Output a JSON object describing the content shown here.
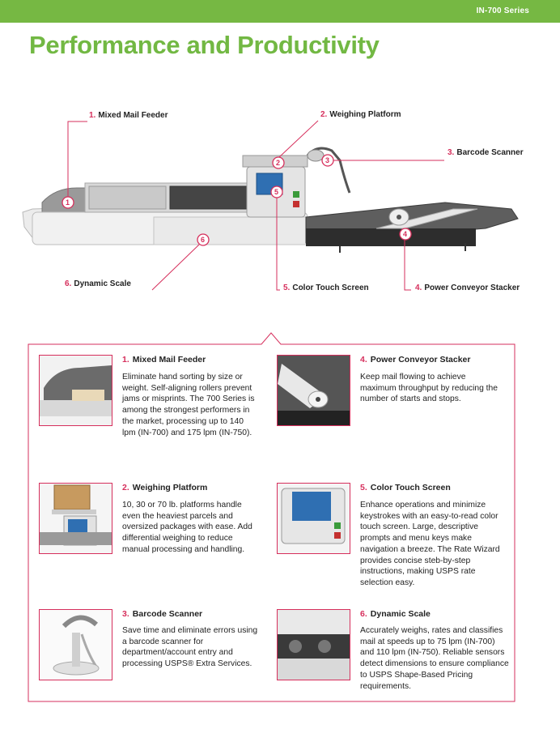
{
  "header": {
    "series": "IN-700 Series",
    "title": "Performance and Productivity"
  },
  "callouts": [
    {
      "num": "1.",
      "label": "Mixed Mail Feeder"
    },
    {
      "num": "2.",
      "label": "Weighing Platform"
    },
    {
      "num": "3.",
      "label": "Barcode Scanner"
    },
    {
      "num": "4.",
      "label": "Power Conveyor Stacker"
    },
    {
      "num": "5.",
      "label": "Color Touch Screen"
    },
    {
      "num": "6.",
      "label": "Dynamic Scale"
    }
  ],
  "markers": [
    "1",
    "2",
    "3",
    "4",
    "5",
    "6"
  ],
  "features": [
    {
      "num": "1.",
      "title": "Mixed Mail Feeder",
      "body": "Eliminate hand sorting by size or weight. Self-aligning rollers prevent jams or misprints. The 700 Series is among the strongest performers in the market, processing up to 140 lpm (IN-700) and 175 lpm (IN-750)."
    },
    {
      "num": "2.",
      "title": "Weighing Platform",
      "body": "10, 30 or 70 lb. platforms handle even the heaviest parcels and oversized packages with ease. Add differential weighing to reduce manual processing and handling."
    },
    {
      "num": "3.",
      "title": "Barcode Scanner",
      "body": "Save time and eliminate errors using a barcode scanner for department/account entry and processing USPS® Extra Services."
    },
    {
      "num": "4.",
      "title": "Power Conveyor Stacker",
      "body": "Keep mail flowing to achieve maximum throughput by reducing the number of starts and stops."
    },
    {
      "num": "5.",
      "title": "Color Touch Screen",
      "body": "Enhance operations and minimize keystrokes with an easy-to-read color touch screen. Large, descriptive prompts and menu keys make navigation a breeze. The Rate Wizard provides concise steb-by-step instructions, making USPS rate selection easy."
    },
    {
      "num": "6.",
      "title": "Dynamic Scale",
      "body": "Accurately weighs, rates and classifies mail at speeds up to 75 lpm (IN-700) and 110 lpm (IN-750). Reliable sensors detect dimensions to ensure compliance to USPS Shape-Based Pricing requirements."
    }
  ],
  "colors": {
    "brand_green": "#76b843",
    "accent_pink": "#d62f5c"
  }
}
